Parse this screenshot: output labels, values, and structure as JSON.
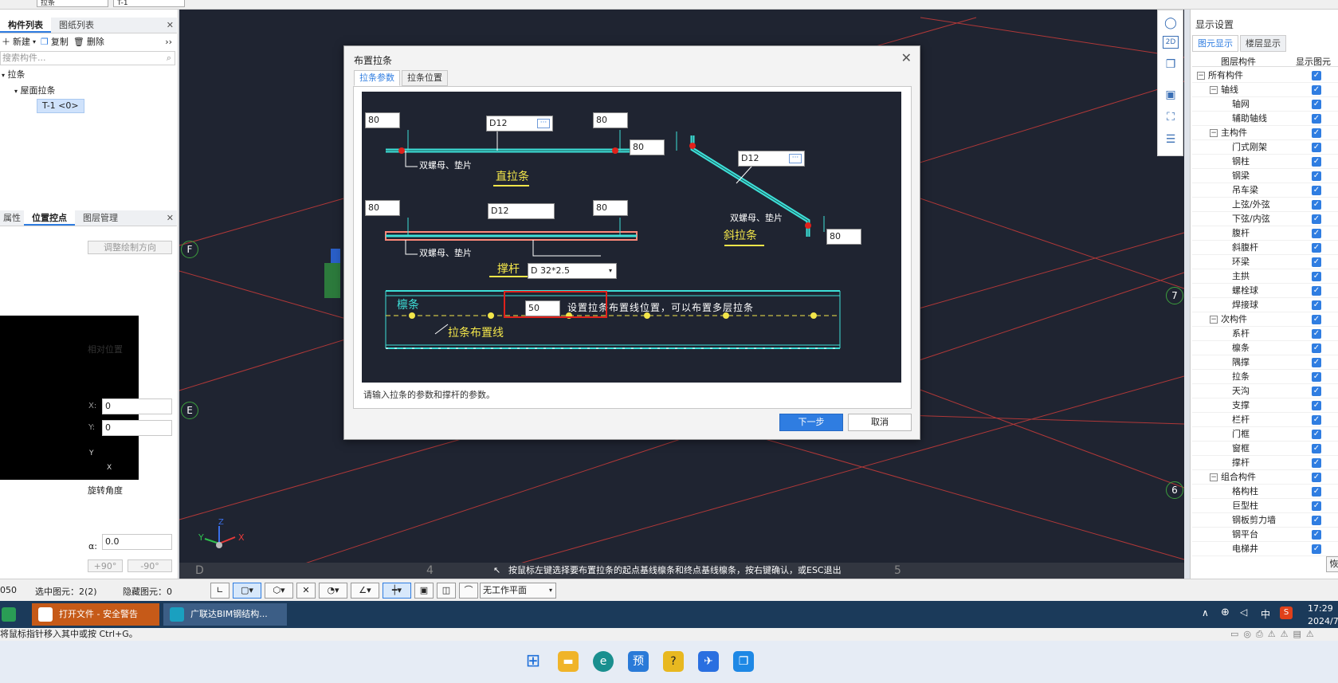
{
  "top": {
    "component_type": "拉条",
    "component_name": "T-1"
  },
  "left_panel": {
    "tabs_top": [
      "构件列表",
      "图纸列表"
    ],
    "toolbar": {
      "new": "新建",
      "copy": "复制",
      "delete": "删除",
      "more": "››"
    },
    "search_placeholder": "搜索构件...",
    "tree": {
      "root": "拉条",
      "child": "屋面拉条",
      "leaf": "T-1 <0>"
    },
    "tabs_bottom": [
      "属性",
      "位置控点",
      "图层管理"
    ],
    "adjust_button": "调整绘制方向",
    "relative_position": "相对位置",
    "x_label": "X:",
    "x_value": "0",
    "y_label": "Y:",
    "y_value": "0",
    "axis_y": "Y",
    "axis_x": "X",
    "rotation_label": "旋转角度",
    "alpha_label": "α:",
    "alpha_value": "0.0",
    "plus90": "+90°",
    "minus90": "-90°"
  },
  "viewport": {
    "axis_labels": [
      "F",
      "E",
      "7",
      "6"
    ],
    "bottom_labels": [
      "D",
      "4",
      "5"
    ],
    "status_message": "按鼠标左键选择要布置拉条的起点基线檩条和终点基线檩条，按右键确认，或ESC退出",
    "gizmo": {
      "z": "Z",
      "y": "Y",
      "x": "X"
    }
  },
  "right_panel": {
    "title": "显示设置",
    "tabs": [
      "图元显示",
      "楼层显示"
    ],
    "header": {
      "layer": "图层构件",
      "show": "显示图元"
    },
    "rows": [
      {
        "label": "所有构件",
        "level": 0,
        "group": true
      },
      {
        "label": "轴线",
        "level": 1,
        "group": true
      },
      {
        "label": "轴网",
        "level": 2,
        "group": false
      },
      {
        "label": "辅助轴线",
        "level": 2,
        "group": false
      },
      {
        "label": "主构件",
        "level": 1,
        "group": true
      },
      {
        "label": "门式刚架",
        "level": 2,
        "group": false
      },
      {
        "label": "钢柱",
        "level": 2,
        "group": false
      },
      {
        "label": "钢梁",
        "level": 2,
        "group": false
      },
      {
        "label": "吊车梁",
        "level": 2,
        "group": false
      },
      {
        "label": "上弦/外弦",
        "level": 2,
        "group": false
      },
      {
        "label": "下弦/内弦",
        "level": 2,
        "group": false
      },
      {
        "label": "腹杆",
        "level": 2,
        "group": false
      },
      {
        "label": "斜腹杆",
        "level": 2,
        "group": false
      },
      {
        "label": "环梁",
        "level": 2,
        "group": false
      },
      {
        "label": "主拱",
        "level": 2,
        "group": false
      },
      {
        "label": "螺栓球",
        "level": 2,
        "group": false
      },
      {
        "label": "焊接球",
        "level": 2,
        "group": false
      },
      {
        "label": "次构件",
        "level": 1,
        "group": true
      },
      {
        "label": "系杆",
        "level": 2,
        "group": false
      },
      {
        "label": "檩条",
        "level": 2,
        "group": false
      },
      {
        "label": "隅撑",
        "level": 2,
        "group": false
      },
      {
        "label": "拉条",
        "level": 2,
        "group": false
      },
      {
        "label": "天沟",
        "level": 2,
        "group": false
      },
      {
        "label": "支撑",
        "level": 2,
        "group": false
      },
      {
        "label": "栏杆",
        "level": 2,
        "group": false
      },
      {
        "label": "门框",
        "level": 2,
        "group": false
      },
      {
        "label": "窗框",
        "level": 2,
        "group": false
      },
      {
        "label": "撑杆",
        "level": 2,
        "group": false
      },
      {
        "label": "组合构件",
        "level": 1,
        "group": true
      },
      {
        "label": "格构柱",
        "level": 2,
        "group": false
      },
      {
        "label": "巨型柱",
        "level": 2,
        "group": false
      },
      {
        "label": "钢板剪力墙",
        "level": 2,
        "group": false
      },
      {
        "label": "钢平台",
        "level": 2,
        "group": false
      },
      {
        "label": "电梯井",
        "level": 2,
        "group": false
      }
    ],
    "restore_button": "恢"
  },
  "dialog": {
    "title": "布置拉条",
    "tabs": [
      "拉条参数",
      "拉条位置"
    ],
    "straight": {
      "left": "80",
      "spec": "D12",
      "right": "80",
      "note": "双螺母、垫片",
      "name": "直拉条"
    },
    "brace": {
      "left": "80",
      "spec": "D12",
      "right": "80",
      "note": "双螺母、垫片",
      "name": "撑杆",
      "pipe": "D 32*2.5"
    },
    "diagonal": {
      "left": "80",
      "spec": "D12",
      "right": "80",
      "note": "双螺母、垫片",
      "name": "斜拉条"
    },
    "purlin_label": "檩条",
    "position_value": "50",
    "position_note": "设置拉条布置线位置，可以布置多层拉条",
    "layline_label": "拉条布置线",
    "hint": "请输入拉条的参数和撑杆的参数。",
    "next": "下一步",
    "cancel": "取消"
  },
  "statusbar": {
    "scale": "050",
    "selected": "选中图元：2(2)",
    "hidden": "隐藏图元：0",
    "workplane": "无工作平面"
  },
  "taskbar_app": {
    "item1": "打开文件 - 安全警告",
    "item2": "广联达BIM钢结构...",
    "ime": "中",
    "time": "17:29",
    "date": "2024/7"
  },
  "hint_bar": "将鼠标指针移入其中或按 Ctrl+G。",
  "colors": {
    "accent": "#2f7de1",
    "canvas": "#1f2431",
    "highlight": "#e0211b",
    "label_yellow": "#f3e64a"
  }
}
